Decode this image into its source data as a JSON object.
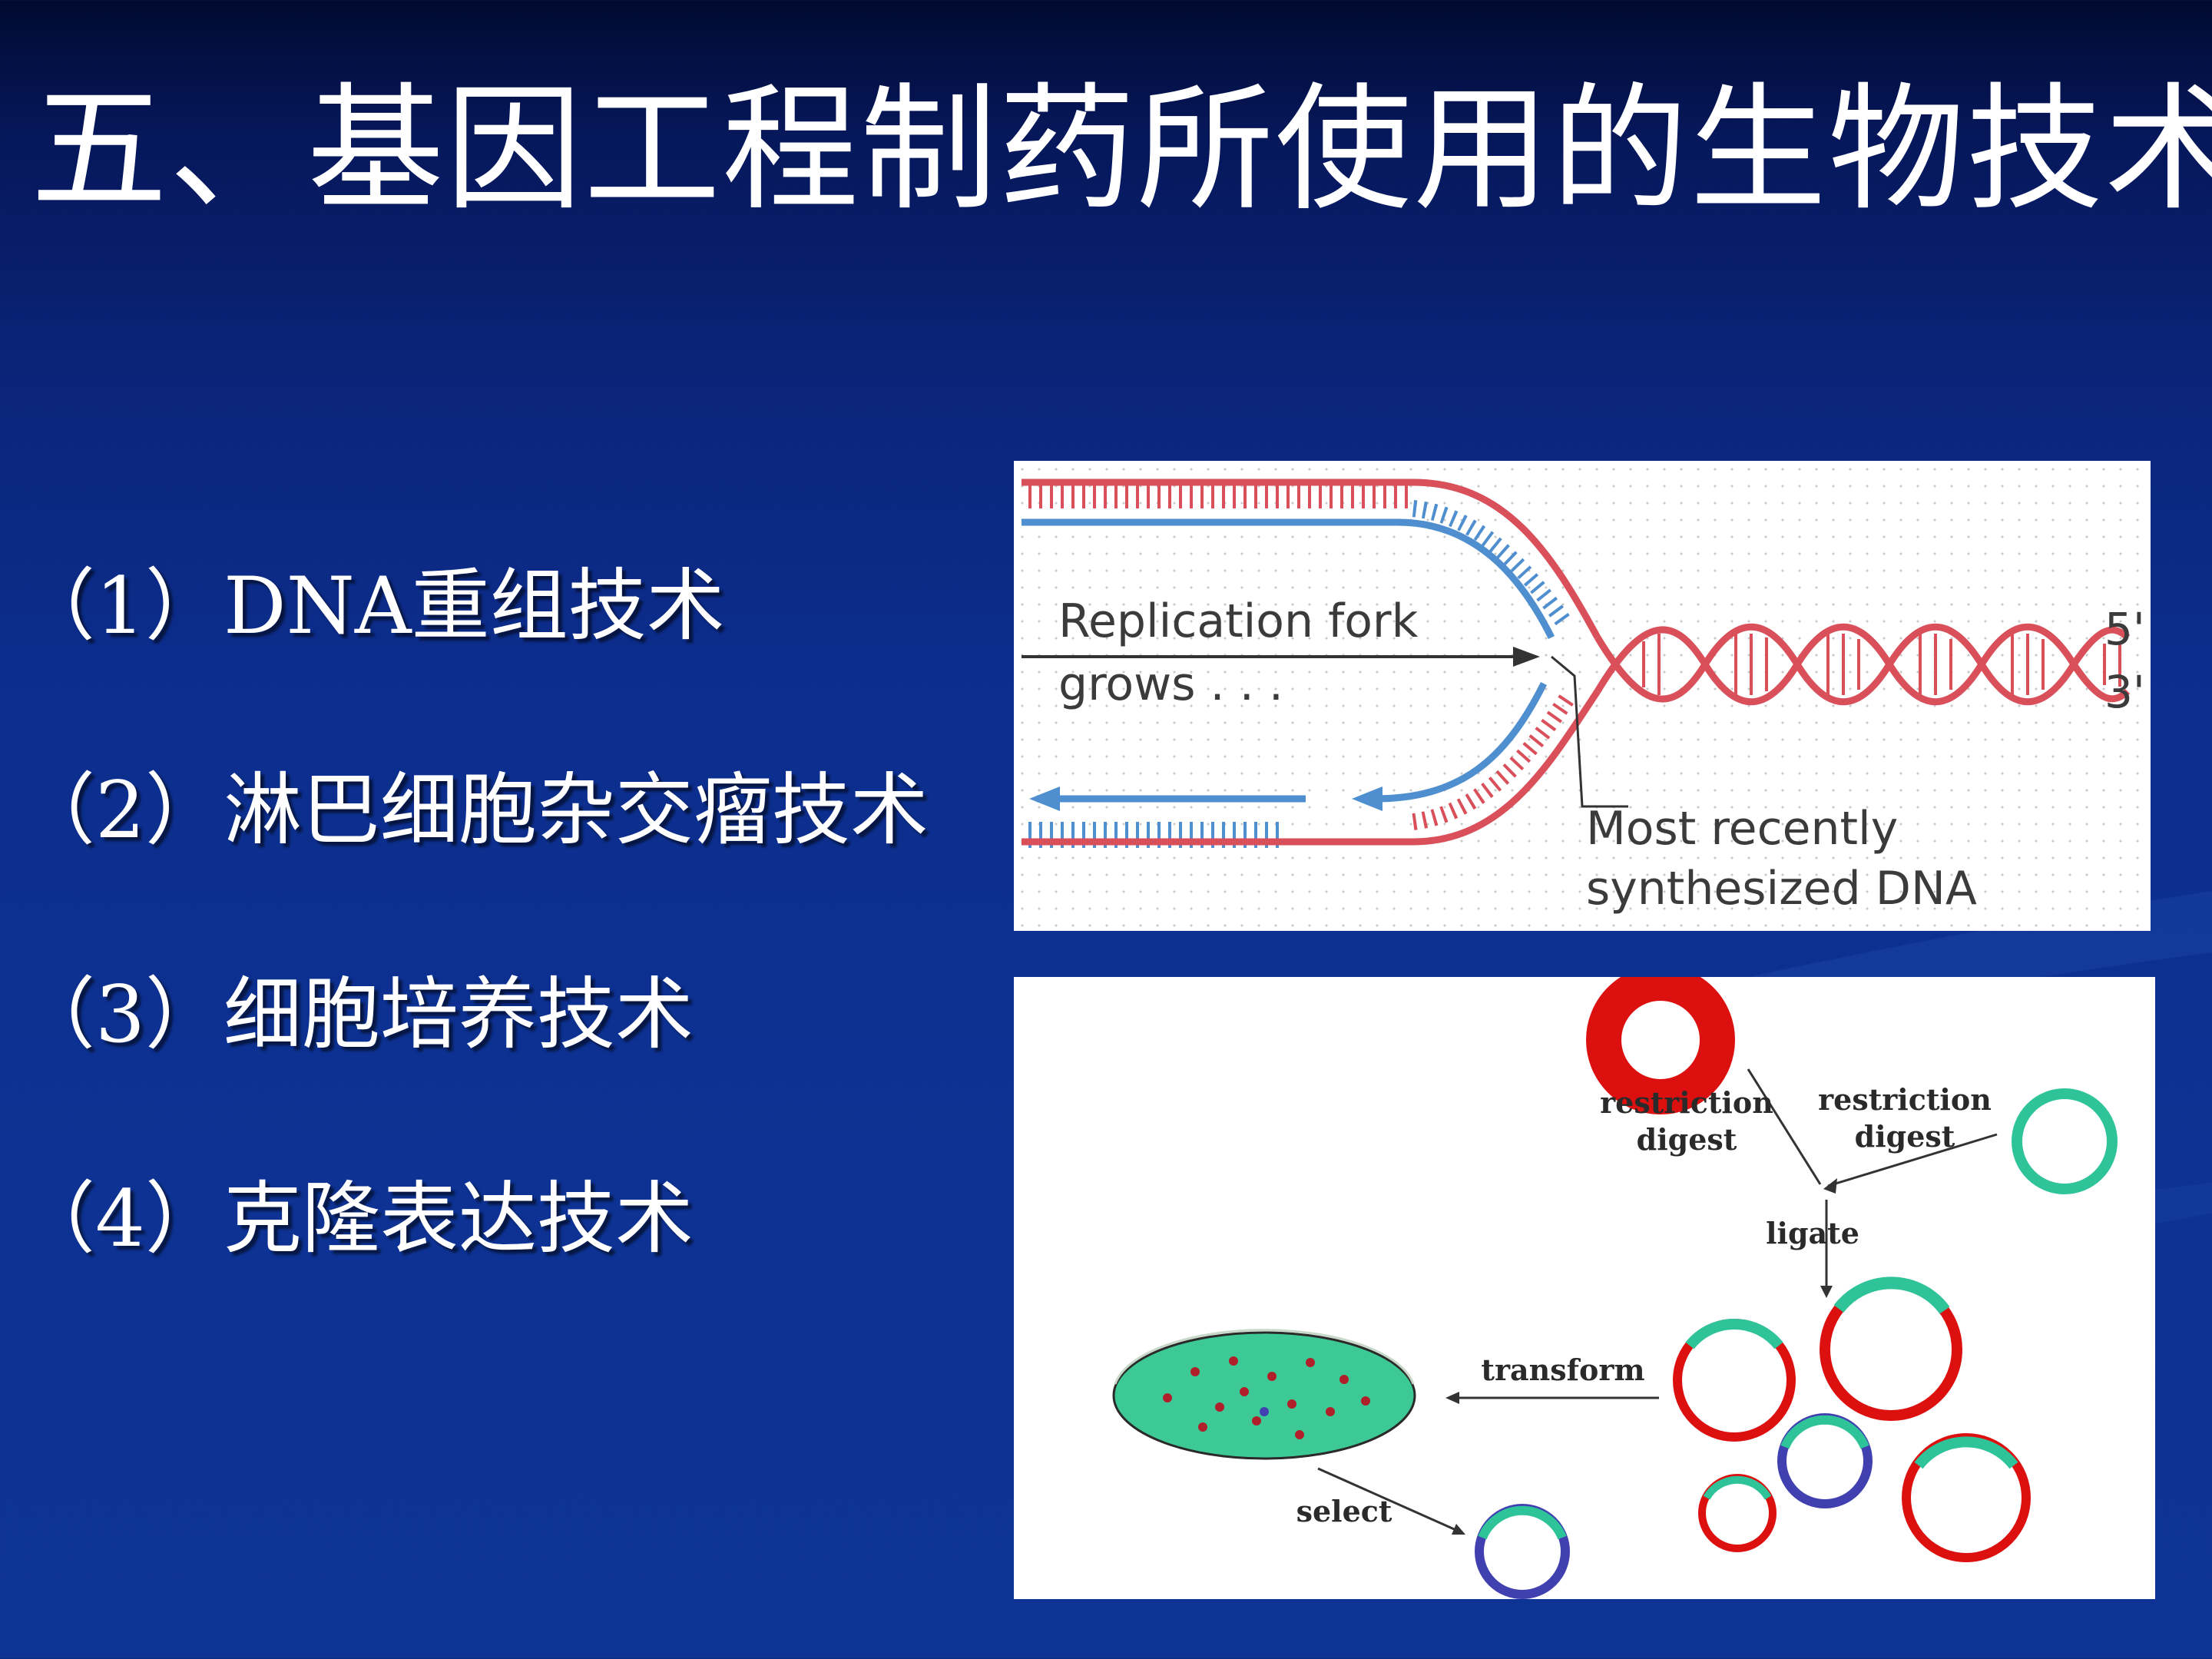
{
  "slide": {
    "title": "五、基因工程制药所使用的生物技术",
    "items": [
      "（1）DNA重组技术",
      "（2）淋巴细胞杂交瘤技术",
      "（3）细胞培养技术",
      "（4）克隆表达技术"
    ]
  },
  "figure_replication": {
    "label_fork_line1": "Replication fork",
    "label_fork_line2": "grows . . .",
    "label_recent_line1": "Most recently",
    "label_recent_line2": "synthesized DNA",
    "end_5": "5'",
    "end_3": "3'"
  },
  "figure_cloning": {
    "restriction_left_1": "restriction",
    "restriction_left_2": "digest",
    "restriction_right_1": "restriction",
    "restriction_right_2": "digest",
    "ligate": "ligate",
    "transform": "transform",
    "select": "select"
  },
  "colors": {
    "background": "#0c2d8c",
    "dna_red": "#d9505a",
    "dna_blue": "#4f8fcf",
    "plasmid_red": "#dd1010",
    "plasmid_green": "#2fc39a",
    "plasmid_blue": "#4040b0",
    "dish_green": "#3cc995"
  }
}
